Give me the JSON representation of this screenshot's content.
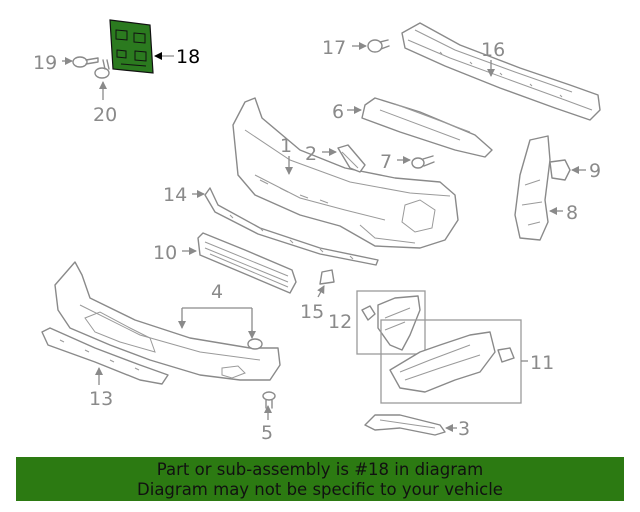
{
  "callouts": {
    "c1": "1",
    "c2": "2",
    "c3": "3",
    "c4": "4",
    "c5": "5",
    "c6": "6",
    "c7": "7",
    "c8": "8",
    "c9": "9",
    "c10": "10",
    "c11": "11",
    "c12": "12",
    "c13": "13",
    "c14": "14",
    "c15": "15",
    "c16": "16",
    "c17": "17",
    "c18": "18",
    "c19": "19",
    "c20": "20"
  },
  "highlighted_part": "18",
  "colors": {
    "highlight_fill": "#2b7a1f",
    "banner_background": "#2c7a12",
    "line_gray": "#8a8a8a"
  },
  "banner": {
    "line1": "Part or sub-assembly is #18 in diagram",
    "line2": "Diagram may not be specific to your vehicle"
  }
}
